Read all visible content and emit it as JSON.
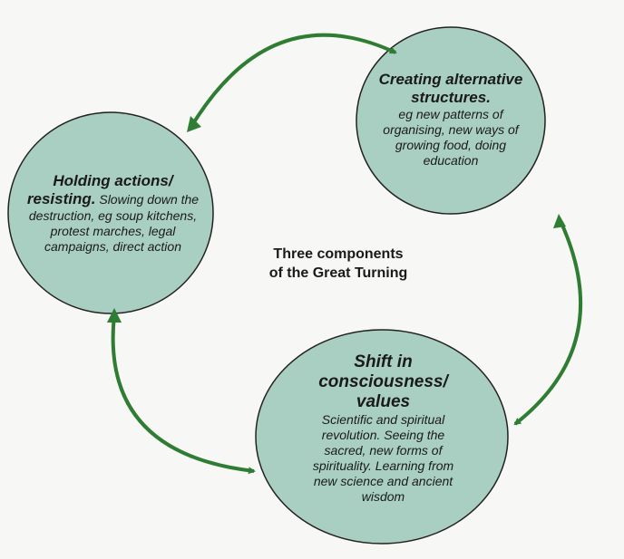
{
  "title": [
    "Three components",
    "of the Great Turning"
  ],
  "circles": {
    "holding": {
      "title": "Holding actions/ resisting.",
      "body": "Slowing down the destruction, eg soup kitchens, protest marches, legal campaigns, direct action"
    },
    "creating": {
      "title": "Creating alternative structures.",
      "body": "eg new patterns of organising, new ways of growing food, doing education"
    },
    "shift": {
      "title": "Shift in consciousness/ values",
      "body": "Scientific and spiritual revolution. Seeing the sacred, new forms of spirituality. Learning from new science and ancient wisdom"
    }
  },
  "colors": {
    "circle_fill": "#a9cfc3",
    "arrow": "#2e7d32"
  }
}
